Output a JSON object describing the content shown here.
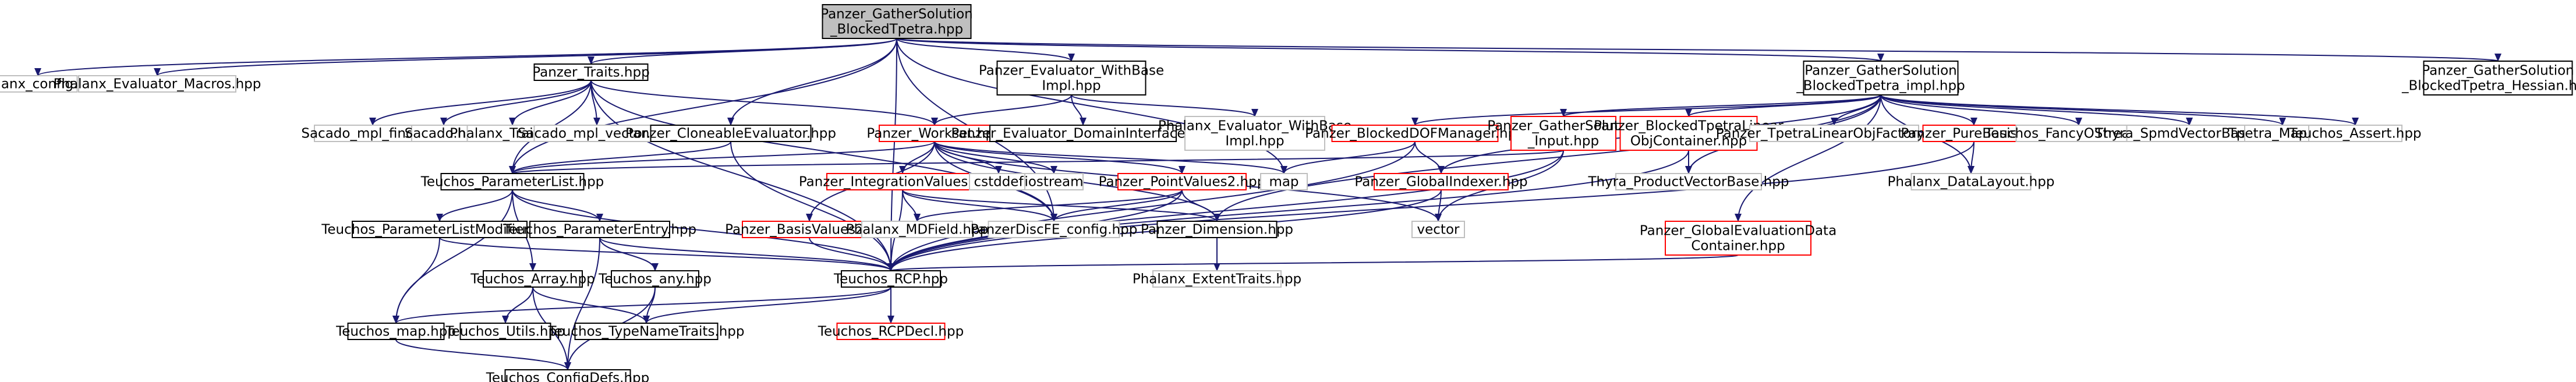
{
  "graph": {
    "colors": {
      "root_fill": "#bfbfbf",
      "documented_border": "#000000",
      "undocumented_border": "#bfbfbf",
      "incomplete_border": "#ff0000",
      "edge": "#191970",
      "text": "#000000"
    },
    "nodes": [
      {
        "id": "root",
        "lines": [
          "Panzer_GatherSolution",
          "_BlockedTpetra.hpp"
        ],
        "style": "root"
      },
      {
        "id": "phalanx_config",
        "lines": [
          "Phalanx_config.hpp"
        ],
        "style": "undocumented"
      },
      {
        "id": "phalanx_eval_macros",
        "lines": [
          "Phalanx_Evaluator_Macros.hpp"
        ],
        "style": "undocumented"
      },
      {
        "id": "panzer_traits",
        "lines": [
          "Panzer_Traits.hpp"
        ],
        "style": "documented"
      },
      {
        "id": "evaluator_withbaseimpl",
        "lines": [
          "Panzer_Evaluator_WithBase",
          "Impl.hpp"
        ],
        "style": "documented"
      },
      {
        "id": "gather_blocked_impl",
        "lines": [
          "Panzer_GatherSolution",
          "_BlockedTpetra_impl.hpp"
        ],
        "style": "documented"
      },
      {
        "id": "gather_blocked_hessian",
        "lines": [
          "Panzer_GatherSolution",
          "_BlockedTpetra_Hessian.hpp"
        ],
        "style": "documented"
      },
      {
        "id": "sacado_mpl_find",
        "lines": [
          "Sacado_mpl_find.hpp"
        ],
        "style": "undocumented"
      },
      {
        "id": "sacado",
        "lines": [
          "Sacado.hpp"
        ],
        "style": "undocumented"
      },
      {
        "id": "phalanx_traits",
        "lines": [
          "Phalanx_Traits.hpp"
        ],
        "style": "undocumented"
      },
      {
        "id": "sacado_mpl_vector",
        "lines": [
          "Sacado_mpl_vector.hpp"
        ],
        "style": "undocumented"
      },
      {
        "id": "cloneable_evaluator",
        "lines": [
          "Panzer_CloneableEvaluator.hpp"
        ],
        "style": "documented"
      },
      {
        "id": "workset",
        "lines": [
          "Panzer_Workset.hpp"
        ],
        "style": "incomplete"
      },
      {
        "id": "evaluator_domaininterface",
        "lines": [
          "Panzer_Evaluator_DomainInterface.hpp"
        ],
        "style": "documented"
      },
      {
        "id": "phalanx_eval_withbaseimpl",
        "lines": [
          "Phalanx_Evaluator_WithBase",
          "Impl.hpp"
        ],
        "style": "undocumented"
      },
      {
        "id": "blocked_dofmanager",
        "lines": [
          "Panzer_BlockedDOFManager.hpp"
        ],
        "style": "incomplete"
      },
      {
        "id": "gather_input",
        "lines": [
          "Panzer_GatherSolution",
          "_Input.hpp"
        ],
        "style": "incomplete"
      },
      {
        "id": "blocked_tpetra_linobj",
        "lines": [
          "Panzer_BlockedTpetraLinear",
          "ObjContainer.hpp"
        ],
        "style": "incomplete"
      },
      {
        "id": "tpetra_linobjfactory",
        "lines": [
          "Panzer_TpetraLinearObjFactory.hpp"
        ],
        "style": "undocumented"
      },
      {
        "id": "purebasis",
        "lines": [
          "Panzer_PureBasis.hpp"
        ],
        "style": "incomplete"
      },
      {
        "id": "teuchos_fancyostream",
        "lines": [
          "Teuchos_FancyOStream.hpp"
        ],
        "style": "undocumented"
      },
      {
        "id": "thyra_spmdvectorbase",
        "lines": [
          "Thyra_SpmdVectorBase.hpp"
        ],
        "style": "undocumented"
      },
      {
        "id": "tpetra_map",
        "lines": [
          "Tpetra_Map.hpp"
        ],
        "style": "undocumented"
      },
      {
        "id": "teuchos_assert",
        "lines": [
          "Teuchos_Assert.hpp"
        ],
        "style": "undocumented"
      },
      {
        "id": "teuchos_parameterlist",
        "lines": [
          "Teuchos_ParameterList.hpp"
        ],
        "style": "documented"
      },
      {
        "id": "integrationvalues2",
        "lines": [
          "Panzer_IntegrationValues2.hpp"
        ],
        "style": "incomplete"
      },
      {
        "id": "cstddef",
        "lines": [
          "cstddef"
        ],
        "style": "undocumented"
      },
      {
        "id": "iostream",
        "lines": [
          "iostream"
        ],
        "style": "undocumented"
      },
      {
        "id": "pointvalues2",
        "lines": [
          "Panzer_PointValues2.hpp"
        ],
        "style": "incomplete"
      },
      {
        "id": "map",
        "lines": [
          "map"
        ],
        "style": "undocumented"
      },
      {
        "id": "globalindexer",
        "lines": [
          "Panzer_GlobalIndexer.hpp"
        ],
        "style": "incomplete"
      },
      {
        "id": "thyra_productvectorbase",
        "lines": [
          "Thyra_ProductVectorBase.hpp"
        ],
        "style": "undocumented"
      },
      {
        "id": "phalanx_datalayout",
        "lines": [
          "Phalanx_DataLayout.hpp"
        ],
        "style": "undocumented"
      },
      {
        "id": "teuchos_parameterlistmodifier",
        "lines": [
          "Teuchos_ParameterListModifier.hpp"
        ],
        "style": "documented"
      },
      {
        "id": "teuchos_parameterentry",
        "lines": [
          "Teuchos_ParameterEntry.hpp"
        ],
        "style": "documented"
      },
      {
        "id": "basisvalues2",
        "lines": [
          "Panzer_BasisValues2.hpp"
        ],
        "style": "incomplete"
      },
      {
        "id": "phalanx_mdfield",
        "lines": [
          "Phalanx_MDField.hpp"
        ],
        "style": "undocumented"
      },
      {
        "id": "panzerdiscfe_config",
        "lines": [
          "PanzerDiscFE_config.hpp"
        ],
        "style": "undocumented"
      },
      {
        "id": "panzer_dimension",
        "lines": [
          "Panzer_Dimension.hpp"
        ],
        "style": "documented"
      },
      {
        "id": "vector",
        "lines": [
          "vector"
        ],
        "style": "undocumented"
      },
      {
        "id": "global_eval_data_container",
        "lines": [
          "Panzer_GlobalEvaluationData",
          "Container.hpp"
        ],
        "style": "incomplete"
      },
      {
        "id": "teuchos_array",
        "lines": [
          "Teuchos_Array.hpp"
        ],
        "style": "documented"
      },
      {
        "id": "teuchos_any",
        "lines": [
          "Teuchos_any.hpp"
        ],
        "style": "documented"
      },
      {
        "id": "teuchos_rcp",
        "lines": [
          "Teuchos_RCP.hpp"
        ],
        "style": "documented"
      },
      {
        "id": "phalanx_extenttraits",
        "lines": [
          "Phalanx_ExtentTraits.hpp"
        ],
        "style": "undocumented"
      },
      {
        "id": "teuchos_map",
        "lines": [
          "Teuchos_map.hpp"
        ],
        "style": "documented"
      },
      {
        "id": "teuchos_utils",
        "lines": [
          "Teuchos_Utils.hpp"
        ],
        "style": "documented"
      },
      {
        "id": "teuchos_typenametraits",
        "lines": [
          "Teuchos_TypeNameTraits.hpp"
        ],
        "style": "documented"
      },
      {
        "id": "teuchos_rcpdecl",
        "lines": [
          "Teuchos_RCPDecl.hpp"
        ],
        "style": "incomplete"
      },
      {
        "id": "teuchos_configdefs",
        "lines": [
          "Teuchos_ConfigDefs.hpp"
        ],
        "style": "documented"
      }
    ],
    "edges": [
      [
        "root",
        "phalanx_config"
      ],
      [
        "root",
        "phalanx_eval_macros"
      ],
      [
        "root",
        "panzer_traits"
      ],
      [
        "root",
        "evaluator_withbaseimpl"
      ],
      [
        "root",
        "gather_blocked_impl"
      ],
      [
        "root",
        "gather_blocked_hessian"
      ],
      [
        "root",
        "cloneable_evaluator"
      ],
      [
        "root",
        "teuchos_parameterlist"
      ],
      [
        "root",
        "panzerdiscfe_config"
      ],
      [
        "root",
        "teuchos_rcp"
      ],
      [
        "root",
        "map"
      ],
      [
        "panzer_traits",
        "sacado_mpl_find"
      ],
      [
        "panzer_traits",
        "sacado"
      ],
      [
        "panzer_traits",
        "phalanx_traits"
      ],
      [
        "panzer_traits",
        "sacado_mpl_vector"
      ],
      [
        "panzer_traits",
        "workset"
      ],
      [
        "panzer_traits",
        "teuchos_parameterlist"
      ],
      [
        "panzer_traits",
        "panzerdiscfe_config"
      ],
      [
        "panzer_traits",
        "teuchos_rcp"
      ],
      [
        "evaluator_withbaseimpl",
        "workset"
      ],
      [
        "evaluator_withbaseimpl",
        "evaluator_domaininterface"
      ],
      [
        "evaluator_withbaseimpl",
        "phalanx_eval_withbaseimpl"
      ],
      [
        "gather_blocked_impl",
        "blocked_dofmanager"
      ],
      [
        "gather_blocked_impl",
        "gather_input"
      ],
      [
        "gather_blocked_impl",
        "blocked_tpetra_linobj"
      ],
      [
        "gather_blocked_impl",
        "tpetra_linobjfactory"
      ],
      [
        "gather_blocked_impl",
        "purebasis"
      ],
      [
        "gather_blocked_impl",
        "teuchos_fancyostream"
      ],
      [
        "gather_blocked_impl",
        "thyra_spmdvectorbase"
      ],
      [
        "gather_blocked_impl",
        "tpetra_map"
      ],
      [
        "gather_blocked_impl",
        "teuchos_assert"
      ],
      [
        "gather_blocked_impl",
        "globalindexer"
      ],
      [
        "gather_blocked_impl",
        "thyra_productvectorbase"
      ],
      [
        "gather_blocked_impl",
        "global_eval_data_container"
      ],
      [
        "gather_blocked_impl",
        "panzer_dimension"
      ],
      [
        "gather_blocked_impl",
        "phalanx_datalayout"
      ],
      [
        "cloneable_evaluator",
        "teuchos_parameterlist"
      ],
      [
        "cloneable_evaluator",
        "teuchos_rcp"
      ],
      [
        "workset",
        "integrationvalues2"
      ],
      [
        "workset",
        "cstddef"
      ],
      [
        "workset",
        "iostream"
      ],
      [
        "workset",
        "pointvalues2"
      ],
      [
        "workset",
        "map"
      ],
      [
        "workset",
        "vector"
      ],
      [
        "workset",
        "basisvalues2"
      ],
      [
        "workset",
        "panzerdiscfe_config"
      ],
      [
        "workset",
        "panzer_dimension"
      ],
      [
        "workset",
        "teuchos_parameterlist"
      ],
      [
        "blocked_dofmanager",
        "map"
      ],
      [
        "blocked_dofmanager",
        "globalindexer"
      ],
      [
        "blocked_dofmanager",
        "teuchos_rcp"
      ],
      [
        "gather_input",
        "teuchos_parameterlist"
      ],
      [
        "gather_input",
        "vector"
      ],
      [
        "gather_input",
        "teuchos_rcp"
      ],
      [
        "blocked_tpetra_linobj",
        "thyra_productvectorbase"
      ],
      [
        "blocked_tpetra_linobj",
        "teuchos_rcp"
      ],
      [
        "purebasis",
        "phalanx_datalayout"
      ],
      [
        "purebasis",
        "teuchos_rcp"
      ],
      [
        "teuchos_parameterlist",
        "teuchos_parameterlistmodifier"
      ],
      [
        "teuchos_parameterlist",
        "teuchos_parameterentry"
      ],
      [
        "teuchos_parameterlist",
        "teuchos_array"
      ],
      [
        "teuchos_parameterlist",
        "teuchos_map"
      ],
      [
        "teuchos_parameterlist",
        "teuchos_rcp"
      ],
      [
        "integrationvalues2",
        "phalanx_mdfield"
      ],
      [
        "integrationvalues2",
        "panzerdiscfe_config"
      ],
      [
        "integrationvalues2",
        "panzer_dimension"
      ],
      [
        "integrationvalues2",
        "teuchos_rcp"
      ],
      [
        "pointvalues2",
        "panzerdiscfe_config"
      ],
      [
        "pointvalues2",
        "phalanx_mdfield"
      ],
      [
        "pointvalues2",
        "panzer_dimension"
      ],
      [
        "pointvalues2",
        "teuchos_rcp"
      ],
      [
        "globalindexer",
        "vector"
      ],
      [
        "globalindexer",
        "teuchos_rcp"
      ],
      [
        "teuchos_parameterlistmodifier",
        "teuchos_map"
      ],
      [
        "teuchos_parameterlistmodifier",
        "teuchos_rcp"
      ],
      [
        "teuchos_parameterentry",
        "teuchos_any"
      ],
      [
        "teuchos_parameterentry",
        "teuchos_configdefs"
      ],
      [
        "teuchos_parameterentry",
        "teuchos_rcp"
      ],
      [
        "basisvalues2",
        "teuchos_rcp"
      ],
      [
        "panzer_dimension",
        "phalanx_extenttraits"
      ],
      [
        "global_eval_data_container",
        "teuchos_rcp"
      ],
      [
        "teuchos_array",
        "teuchos_utils"
      ],
      [
        "teuchos_array",
        "teuchos_typenametraits"
      ],
      [
        "teuchos_array",
        "teuchos_configdefs"
      ],
      [
        "teuchos_any",
        "teuchos_typenametraits"
      ],
      [
        "teuchos_any",
        "teuchos_configdefs"
      ],
      [
        "teuchos_rcp",
        "teuchos_rcpdecl"
      ],
      [
        "teuchos_rcp",
        "teuchos_map"
      ],
      [
        "teuchos_rcp",
        "teuchos_typenametraits"
      ],
      [
        "teuchos_map",
        "teuchos_configdefs"
      ]
    ]
  }
}
